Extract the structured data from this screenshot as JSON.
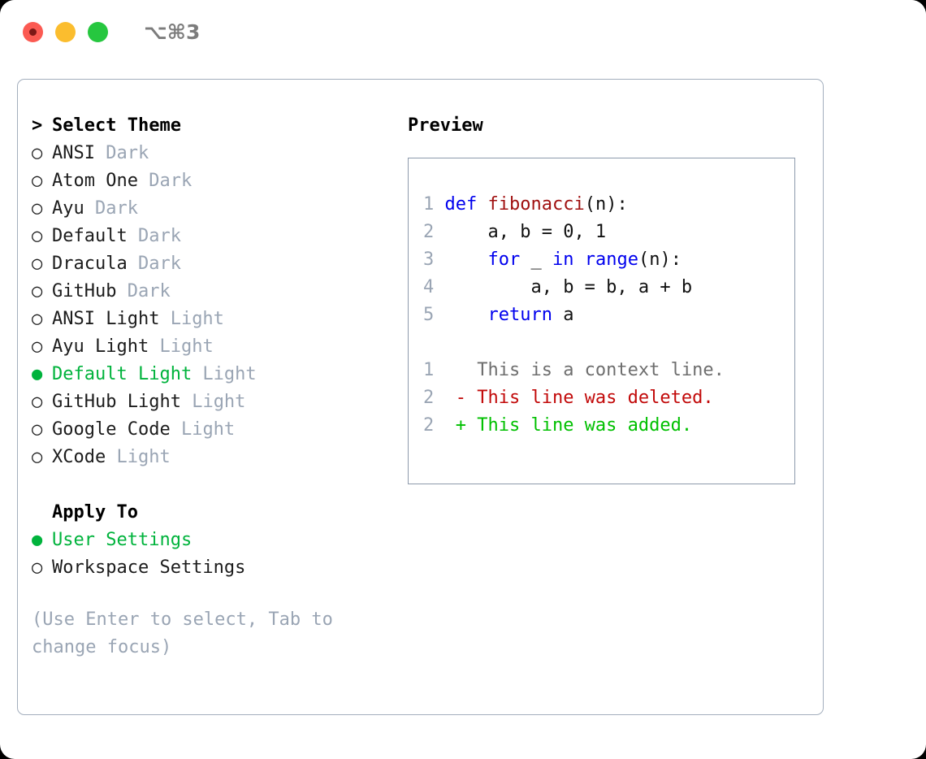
{
  "titlebar": {
    "dots": [
      {
        "name": "close",
        "color": "#fb5a52"
      },
      {
        "name": "minimize",
        "color": "#fbbd2e"
      },
      {
        "name": "maximize",
        "color": "#26c73f"
      }
    ],
    "shortcut": "⌥⌘3"
  },
  "colors": {
    "accent_green": "#00b33c",
    "muted_gray": "#9aa5b4",
    "border": "#a3aebd",
    "preview_border": "#8d9aab",
    "keyword_blue": "#0000ee",
    "function_red": "#a01010",
    "diff_delete": "#c20a0a",
    "diff_add": "#00c000",
    "text": "#1c1c1c",
    "background": "#ffffff"
  },
  "theme_section": {
    "focused": true,
    "focus_prefix": "> ",
    "header": "Select Theme",
    "marker_selected": "●",
    "marker_unselected": "○",
    "items": [
      {
        "label": "ANSI",
        "suffix": "Dark",
        "selected": false
      },
      {
        "label": "Atom One",
        "suffix": "Dark",
        "selected": false
      },
      {
        "label": "Ayu",
        "suffix": "Dark",
        "selected": false
      },
      {
        "label": "Default",
        "suffix": "Dark",
        "selected": false
      },
      {
        "label": "Dracula",
        "suffix": "Dark",
        "selected": false
      },
      {
        "label": "GitHub",
        "suffix": "Dark",
        "selected": false
      },
      {
        "label": "ANSI Light",
        "suffix": "Light",
        "selected": false
      },
      {
        "label": "Ayu Light",
        "suffix": "Light",
        "selected": false
      },
      {
        "label": "Default Light",
        "suffix": "Light",
        "selected": true
      },
      {
        "label": "GitHub Light",
        "suffix": "Light",
        "selected": false
      },
      {
        "label": "Google Code",
        "suffix": "Light",
        "selected": false
      },
      {
        "label": "XCode",
        "suffix": "Light",
        "selected": false
      }
    ]
  },
  "apply_section": {
    "focused": false,
    "focus_prefix": "  ",
    "header": "Apply To",
    "items": [
      {
        "label": "User Settings",
        "selected": true
      },
      {
        "label": "Workspace Settings",
        "selected": false
      }
    ]
  },
  "hint": "(Use Enter to select, Tab to change focus)",
  "preview": {
    "title": "Preview",
    "code_lines": [
      {
        "number": "1",
        "tokens": [
          {
            "text": "def ",
            "style": "kw"
          },
          {
            "text": "fibonacci",
            "style": "fn"
          },
          {
            "text": "(n):",
            "style": "plain"
          }
        ]
      },
      {
        "number": "2",
        "tokens": [
          {
            "text": "    a, b = 0, 1",
            "style": "plain"
          }
        ]
      },
      {
        "number": "3",
        "tokens": [
          {
            "text": "    ",
            "style": "plain"
          },
          {
            "text": "for",
            "style": "kw"
          },
          {
            "text": " _ ",
            "style": "plain"
          },
          {
            "text": "in ",
            "style": "kw"
          },
          {
            "text": "range",
            "style": "kw"
          },
          {
            "text": "(n):",
            "style": "plain"
          }
        ]
      },
      {
        "number": "4",
        "tokens": [
          {
            "text": "        a, b = b, a + b",
            "style": "plain"
          }
        ]
      },
      {
        "number": "5",
        "tokens": [
          {
            "text": "    ",
            "style": "plain"
          },
          {
            "text": "return",
            "style": "kw"
          },
          {
            "text": " a",
            "style": "plain"
          }
        ]
      }
    ],
    "diff_lines": [
      {
        "number": "1",
        "marker": " ",
        "text": "This is a context line.",
        "style": "diff-ctx"
      },
      {
        "number": "2",
        "marker": "-",
        "text": "This line was deleted.",
        "style": "diff-del"
      },
      {
        "number": "2",
        "marker": "+",
        "text": "This line was added.",
        "style": "diff-add"
      }
    ]
  }
}
